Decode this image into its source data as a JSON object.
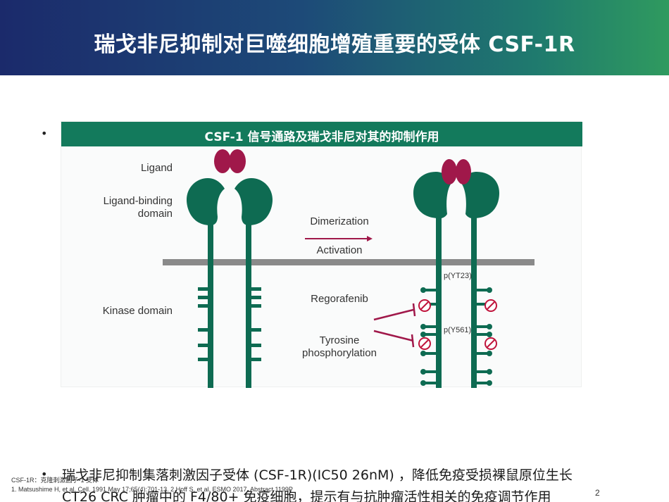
{
  "header": {
    "title": "瑞戈非尼抑制对巨噬细胞增殖重要的受体 CSF-1R"
  },
  "figure": {
    "title": "CSF-1 信号通路及瑞戈非尼对其的抑制作用",
    "labels": {
      "ligand": "Ligand",
      "ligand_binding_1": "Ligand-binding",
      "ligand_binding_2": "domain",
      "kinase_domain": "Kinase domain",
      "dimerization": "Dimerization",
      "activation": "Activation",
      "regorafenib": "Regorafenib",
      "tyrosine_1": "Tyrosine",
      "tyrosine_2": "phosphorylation",
      "p_yt23": "p(YT23)",
      "p_y561": "p(Y561)"
    },
    "colors": {
      "receptor": "#0e6b52",
      "ligand": "#a0184a",
      "membrane": "#8a8a8a",
      "inhibitor": "#a0184a",
      "banner": "#137a5c"
    }
  },
  "bullets": {
    "first": "•",
    "second": "•"
  },
  "body": {
    "line1": "瑞戈非尼抑制集落刺激因子受体 (CSF-1R)(IC50 26nM) ，降低免疫受损裸鼠原位生长",
    "line2": "CT26 CRC 肿瘤中的 F4/80+ 免疫细胞，提示有与抗肿瘤活性相关的免疫调节作用"
  },
  "footnote": {
    "line1": "CSF-1R：克隆刺激因子-1 受体",
    "line2": "1. Matsushime H, et al. Cell. 1991 May 17;65(4):701-13. 2.Hoff S, et al. ESMO 2017. Abstract 1199P"
  },
  "page_number": "2"
}
